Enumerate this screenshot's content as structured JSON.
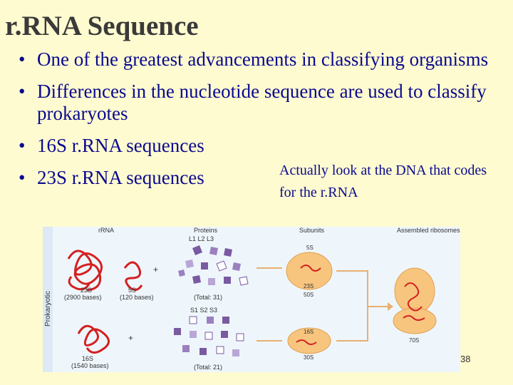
{
  "slide": {
    "title": "r.RNA Sequence",
    "bullets": [
      "One of the greatest advancements in classifying organisms",
      "Differences in the nucleotide sequence are used to classify prokaryotes",
      "16S r.RNA sequences",
      "23S r.RNA sequences"
    ],
    "note": "Actually look at the DNA that codes for the r.RNA",
    "page_number": "38"
  },
  "figure": {
    "side_label": "Prokaryotic",
    "col_rna": "rRNA",
    "col_proteins": "Proteins",
    "col_subunits": "Subunits",
    "col_assembled": "Assembled ribosomes",
    "proteins_top_label": "L1  L2  L3",
    "proteins_bottom_label": "S1  S2  S3",
    "rna_23s": "23S",
    "rna_23s_bases": "(2900 bases)",
    "rna_5s": "5S",
    "rna_5s_bases": "(120 bases)",
    "rna_16s": "16S",
    "rna_16s_bases": "(1540 bases)",
    "proteins_total_top": "(Total: 31)",
    "proteins_total_bottom": "(Total: 21)",
    "plus": "+",
    "sub_5s": "5S",
    "sub_23s": "23S",
    "sub_50s": "50S",
    "sub_16s": "16S",
    "sub_30s": "30S",
    "ribo_70s": "70S"
  }
}
